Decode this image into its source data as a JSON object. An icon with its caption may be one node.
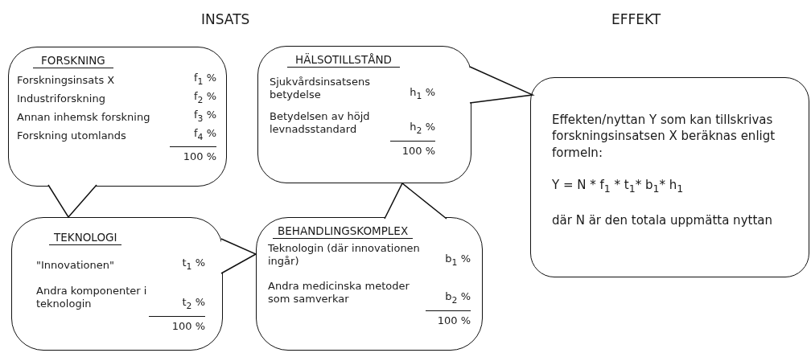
{
  "diagram": {
    "nodes": [
      {
        "text": [
          "FORSKNING",
          "Forskningsinsats X",
          "f$_{1}$ %",
          "Industriforskning",
          "f$_{2}$ %",
          "Annan inhemsk forskning",
          "f$_{3}$ %",
          "Forskning utomlands",
          "f$_{4}$ %",
          "100 %"
        ]
      },
      {
        "text": [
          "TEKNOLOGI",
          "\"Innovationen\"",
          "t$_{1}$ %",
          "Andra komponenter i teknologin",
          "t$_{2}$ %",
          "100 %"
        ]
      },
      {
        "text": [
          "HÄLSOTILLSTÅND",
          "Sjukvårdsinsatsens betydelse",
          "h$_{1}$ %",
          "Betydelsen av höjd levnadsstandard",
          "h$_{2}$ %",
          "100 %"
        ]
      },
      {
        "text": [
          "BEHANDLINGSKOMPLEX",
          "Teknologin (där innovationen ingår)",
          "b$_{1}$ %",
          "Andra medicinska metoder som samverkar",
          "b$_{2}$ %",
          "100 %"
        ]
      },
      {
        "text": [
          "Effekten/nyttan Y som kan tillskrivas forskningsinsatsen X beräknas enligt formeln:",
          "Y = N * f$_{1}$ * t$_{1}$* b$_{1}$* h$_{1}$",
          "där N är den totala uppmätta nyttan"
        ]
      }
    ],
    "edges": [
      {
        "from": 0,
        "to": 1,
        "arrow": "to"
      },
      {
        "from": 1,
        "to": 3,
        "arrow": "to"
      },
      {
        "from": 3,
        "to": 2,
        "arrow": "to"
      },
      {
        "from": 2,
        "to": 4,
        "arrow": "to"
      }
    ],
    "labels": [
      "INSATS",
      "EFFEKT"
    ]
  }
}
